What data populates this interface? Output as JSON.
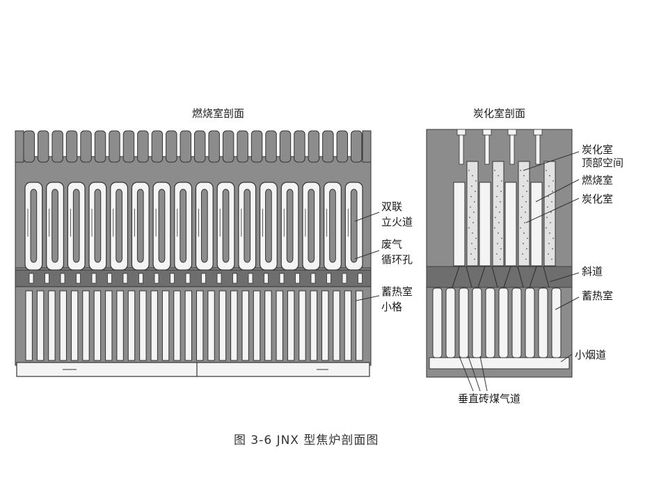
{
  "left_diagram": {
    "title": "燃烧室剖面",
    "labels": {
      "double_flue_1": "双联",
      "double_flue_2": "立火道",
      "recirc_1": "废气",
      "recirc_2": "循环孔",
      "regen_1": "蓄热室",
      "regen_2": "小格"
    }
  },
  "right_diagram": {
    "title": "炭化室剖面",
    "labels": {
      "top_space_1": "炭化室",
      "top_space_2": "顶部空间",
      "combustion": "燃烧室",
      "coking": "炭化室",
      "inclined": "斜道",
      "regenerator": "蓄热室",
      "small_flue": "小烟道",
      "vertical_gas": "垂直砖煤气道"
    }
  },
  "caption": "图 3-6   JNX 型焦炉剖面图",
  "colors": {
    "masonry": "#8c8c8c",
    "masonry_dark": "#6e6e6e",
    "channel": "#f4f4f4",
    "line": "#333333"
  }
}
